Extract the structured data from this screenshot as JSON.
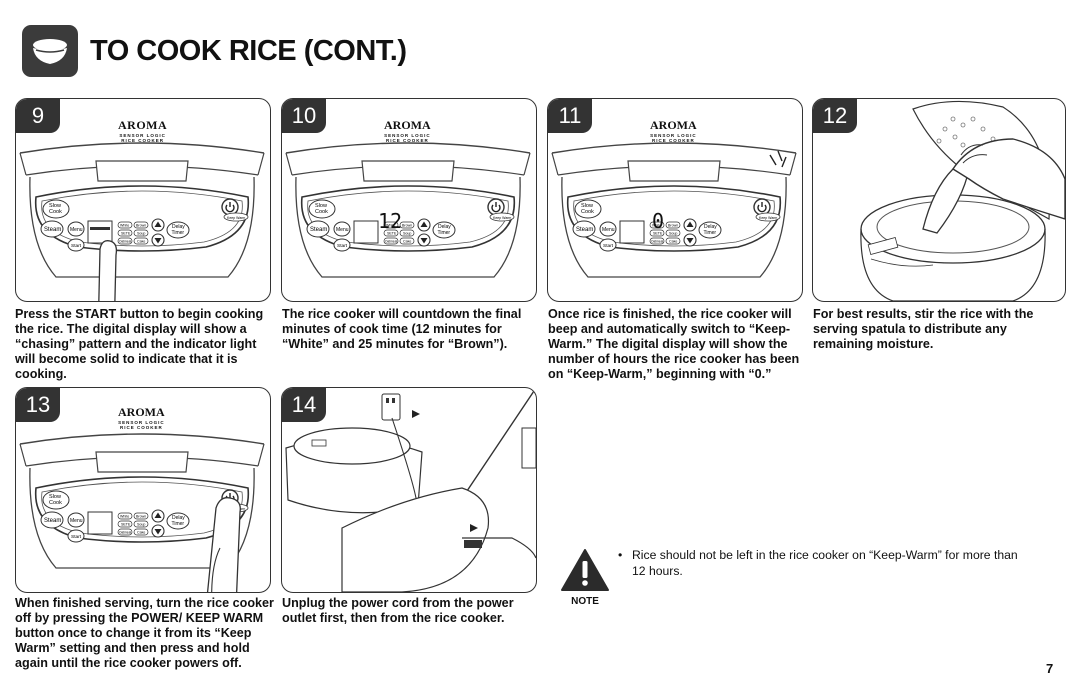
{
  "header": {
    "title": "TO COOK RICE (CONT.)",
    "icon": "rice-bowl-icon"
  },
  "brand": {
    "logo": "AROMA",
    "line1": "SENSOR LOGIC",
    "line2": "RICE COOKER"
  },
  "panel_labels": {
    "slow_cook": "Slow Cook",
    "keep_warm": "Keep Warm",
    "steam": "Steam",
    "menu": "Menu",
    "delay_timer": "Delay Timer",
    "start": "Start",
    "white": "White",
    "brown": "Brown",
    "sete": "SETE",
    "soup": "Soup",
    "oatmeal": "Oatmeal",
    "cake": "Cake"
  },
  "steps": [
    {
      "number": "9",
      "display": "",
      "caption": "Press the START button to begin cooking the rice. The digital display will show a “chasing” pattern and the indicator light will become solid to indicate that it is cooking."
    },
    {
      "number": "10",
      "display": "12",
      "caption": "The rice cooker will countdown the final minutes of cook time (12 minutes for “White” and 25 minutes for “Brown”)."
    },
    {
      "number": "11",
      "display": "0",
      "caption": "Once rice is finished, the rice cooker will beep and automatically switch to “Keep-Warm.” The digital display will show the number of hours the rice cooker has been on “Keep-Warm,” beginning with “0.”"
    },
    {
      "number": "12",
      "caption": "For best results, stir the rice with the serving spatula to distribute any remaining moisture."
    },
    {
      "number": "13",
      "caption": "When finished serving, turn the rice cooker off by pressing the POWER/ KEEP WARM button once to change it from its “Keep Warm” setting and then press and hold again until the rice cooker powers off."
    },
    {
      "number": "14",
      "caption": "Unplug the power cord from the power outlet first, then from the rice cooker."
    }
  ],
  "note": {
    "label": "NOTE",
    "bullet": "•",
    "text": "Rice should not be left in the rice cooker on “Keep-Warm” for more than 12 hours."
  },
  "page_number": "7",
  "colors": {
    "badge": "#333333",
    "line": "#333333"
  }
}
